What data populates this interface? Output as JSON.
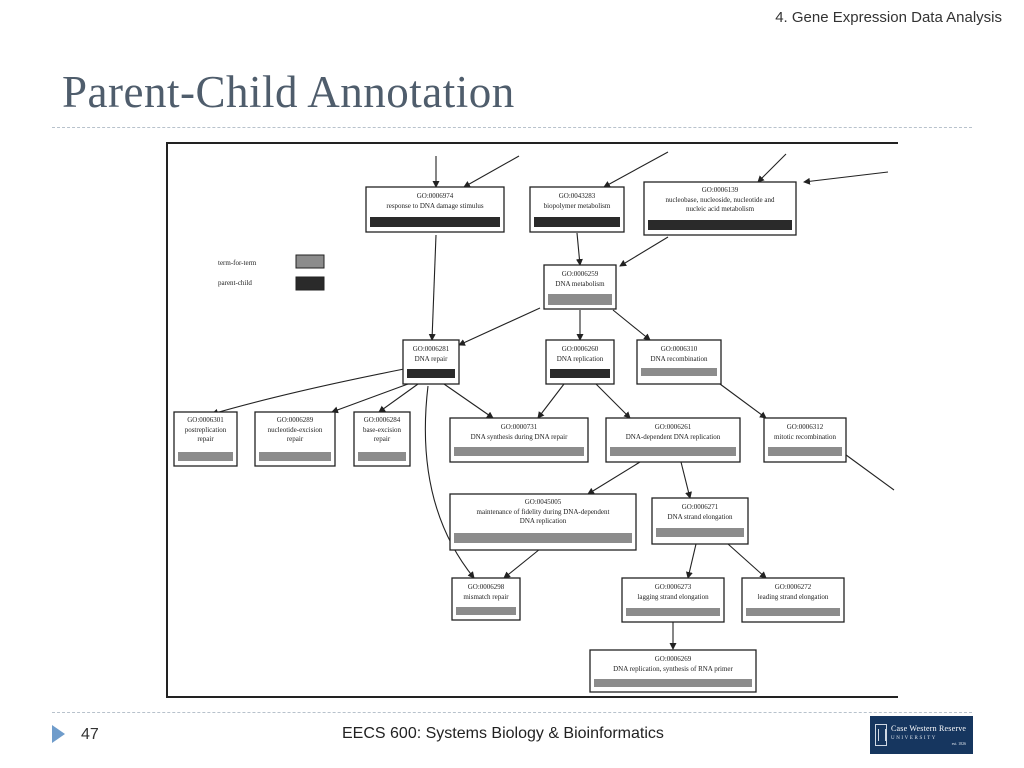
{
  "header": {
    "section_label": "4. Gene Expression Data Analysis",
    "title": "Parent-Child Annotation"
  },
  "diagram": {
    "legend": [
      {
        "label": "term-for-term",
        "color": "#8c8c8c"
      },
      {
        "label": "parent-child",
        "color": "#2a2a2a"
      }
    ],
    "nodes": [
      {
        "key": "n6974",
        "id": "GO:0006974",
        "lines": [
          "response to DNA damage stimulus"
        ],
        "bar": "dark"
      },
      {
        "key": "n43283",
        "id": "GO:0043283",
        "lines": [
          "biopolymer metabolism"
        ],
        "bar": "dark"
      },
      {
        "key": "n6139",
        "id": "GO:0006139",
        "lines": [
          "nucleobase, nucleoside, nucleotide and",
          "nucleic acid metabolism"
        ],
        "bar": "dark"
      },
      {
        "key": "n6259",
        "id": "GO:0006259",
        "lines": [
          "DNA metabolism"
        ],
        "bar": "grey"
      },
      {
        "key": "n6281",
        "id": "GO:0006281",
        "lines": [
          "DNA repair"
        ],
        "bar": "dark"
      },
      {
        "key": "n6260",
        "id": "GO:0006260",
        "lines": [
          "DNA replication"
        ],
        "bar": "dark"
      },
      {
        "key": "n6310",
        "id": "GO:0006310",
        "lines": [
          "DNA recombination"
        ],
        "bar": "grey"
      },
      {
        "key": "n6301",
        "id": "GO:0006301",
        "lines": [
          "postreplication",
          "repair"
        ],
        "bar": "grey"
      },
      {
        "key": "n6289",
        "id": "GO:0006289",
        "lines": [
          "nucleotide-excision",
          "repair"
        ],
        "bar": "grey"
      },
      {
        "key": "n6284",
        "id": "GO:0006284",
        "lines": [
          "base-excision",
          "repair"
        ],
        "bar": "grey"
      },
      {
        "key": "n731",
        "id": "GO:0000731",
        "lines": [
          "DNA synthesis during DNA repair"
        ],
        "bar": "grey"
      },
      {
        "key": "n6261",
        "id": "GO:0006261",
        "lines": [
          "DNA-dependent DNA replication"
        ],
        "bar": "grey"
      },
      {
        "key": "n6312",
        "id": "GO:0006312",
        "lines": [
          "mitotic recombination"
        ],
        "bar": "grey"
      },
      {
        "key": "n45005",
        "id": "GO:0045005",
        "lines": [
          "maintenance of fidelity during DNA-dependent",
          "DNA replication"
        ],
        "bar": "grey"
      },
      {
        "key": "n6271",
        "id": "GO:0006271",
        "lines": [
          "DNA strand elongation"
        ],
        "bar": "grey"
      },
      {
        "key": "n6298",
        "id": "GO:0006298",
        "lines": [
          "mismatch repair"
        ],
        "bar": "grey"
      },
      {
        "key": "n6273",
        "id": "GO:0006273",
        "lines": [
          "lagging strand elongation"
        ],
        "bar": "grey"
      },
      {
        "key": "n6272",
        "id": "GO:0006272",
        "lines": [
          "leading strand elongation"
        ],
        "bar": "grey"
      },
      {
        "key": "n6269",
        "id": "GO:0006269",
        "lines": [
          "DNA replication, synthesis of RNA primer"
        ],
        "bar": "grey"
      }
    ],
    "edges": [
      {
        "from": "n6974",
        "to": "n6281"
      },
      {
        "from": "n43283",
        "to": "n6259"
      },
      {
        "from": "n6139",
        "to": "n6259"
      },
      {
        "from": "n6259",
        "to": "n6281"
      },
      {
        "from": "n6259",
        "to": "n6260"
      },
      {
        "from": "n6259",
        "to": "n6310"
      },
      {
        "from": "n6281",
        "to": "n6301"
      },
      {
        "from": "n6281",
        "to": "n6289"
      },
      {
        "from": "n6281",
        "to": "n6284"
      },
      {
        "from": "n6281",
        "to": "n731"
      },
      {
        "from": "n6281",
        "to": "n6298"
      },
      {
        "from": "n6260",
        "to": "n731"
      },
      {
        "from": "n6260",
        "to": "n6261"
      },
      {
        "from": "n6310",
        "to": "n6312"
      },
      {
        "from": "n6261",
        "to": "n45005"
      },
      {
        "from": "n6261",
        "to": "n6271"
      },
      {
        "from": "n45005",
        "to": "n6298"
      },
      {
        "from": "n6271",
        "to": "n6273"
      },
      {
        "from": "n6271",
        "to": "n6272"
      },
      {
        "from": "n6273",
        "to": "n6269"
      }
    ]
  },
  "footer": {
    "page_number": "47",
    "course": "EECS 600: Systems Biology & Bioinformatics",
    "logo_line1": "Case Western Reserve",
    "logo_line2": "UNIVERSITY",
    "logo_line3": "est. 1826",
    "accent_color": "#6f9ccb",
    "logo_color": "#16365f"
  }
}
